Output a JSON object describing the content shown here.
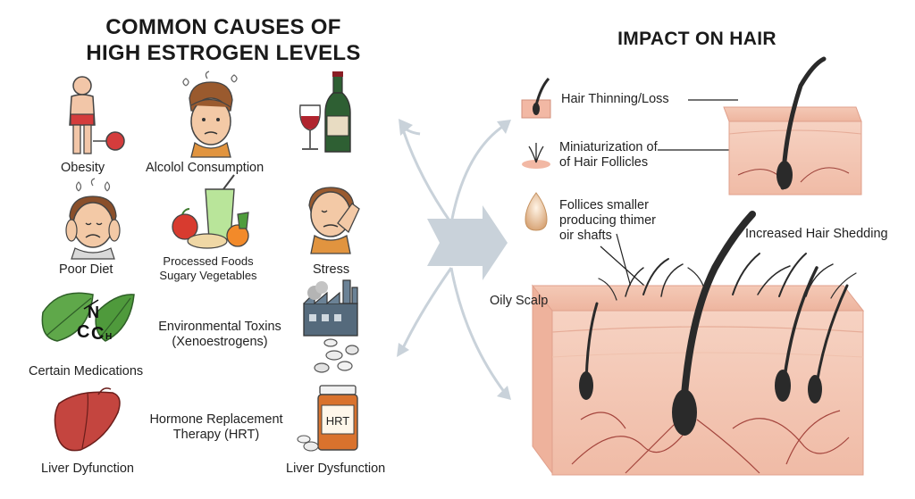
{
  "left": {
    "title_line1": "COMMON CAUSES OF",
    "title_line2": "HIGH ESTROGEN LEVELS",
    "causes": [
      {
        "label": "Obesity",
        "icon": "obesity-icon"
      },
      {
        "label": "Alcolol Consumption",
        "icon": "alcohol-icon"
      },
      {
        "label": "Poor Diet",
        "icon": "stressed-person-icon"
      },
      {
        "label_line1": "Processed Foods",
        "label_line2": "Sugary Vegetables",
        "icon": "processed-food-icon"
      },
      {
        "label": "Stress",
        "icon": "stress-icon"
      },
      {
        "label": "Certain Medications",
        "icon": "leaf-chemical-icon"
      },
      {
        "label_line1": "Environmental Toxins",
        "label_line2": "(Xenoestrogens)",
        "icon": "factory-icon"
      },
      {
        "label": "Liver Dyfunction",
        "icon": "liver-icon"
      },
      {
        "label_line1": "Hormone Replacement",
        "label_line2": "Therapy (HRT)",
        "icon": "pills-icon"
      },
      {
        "label": "Liver Dysfunction",
        "icon": "hrt-bottle-icon"
      }
    ],
    "chem_letters": [
      "N",
      "C",
      "C",
      "H"
    ],
    "bottle_label": "HRT"
  },
  "right": {
    "title": "IMPACT ON HAIR",
    "effects": [
      {
        "label": "Hair Thinning/Loss"
      },
      {
        "label_line1": "Miniaturization of",
        "label_line2": "of Hair Follicles"
      },
      {
        "label_line1": "Follices smaller",
        "label_line2": "producing thimer",
        "label_line3": "oir shafts"
      },
      {
        "label": "Increased Hair Shedding"
      },
      {
        "label": "Oily Scalp"
      }
    ]
  },
  "colors": {
    "skin": "#f2c4b0",
    "skin_dark": "#e4a08a",
    "hair": "#2a2a2a",
    "arrow": "#c9d2da",
    "root": "#b5524a"
  }
}
